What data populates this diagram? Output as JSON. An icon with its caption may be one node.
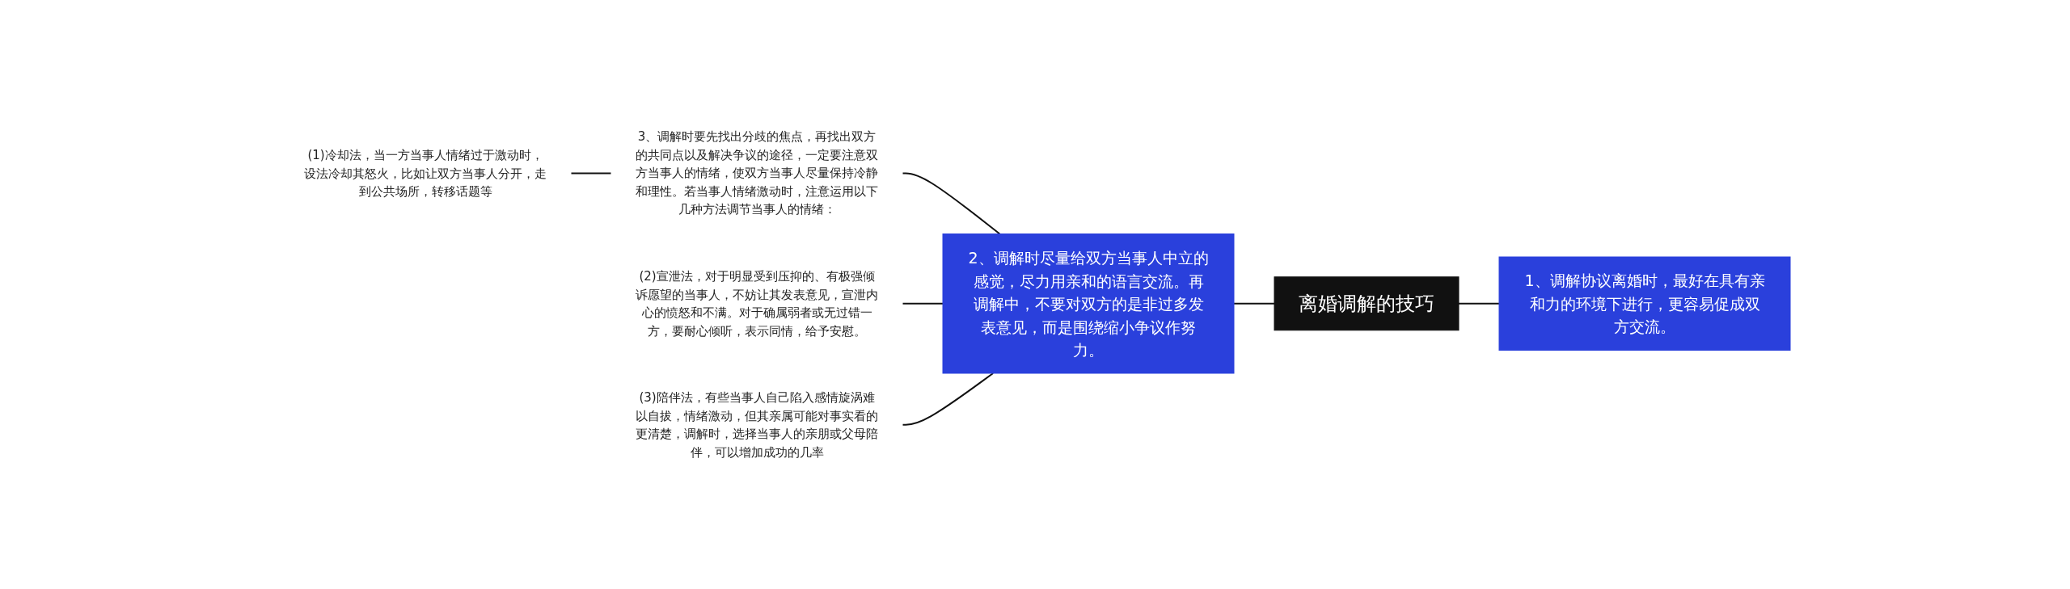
{
  "diagram": {
    "nodes": [
      {
        "text": [
          "离婚调解的技巧"
        ]
      },
      {
        "text": [
          "1、调解协议离婚时，最好在具有亲和力的环境下进行，更容易促成双方交流。"
        ]
      },
      {
        "text": [
          "2、调解时尽量给双方当事人中立的感觉，尽力用亲和的语言交流。再调解中，不要对双方的是非过多发表意见，而是围绕缩小争议作努力。"
        ]
      },
      {
        "text": [
          "3、调解时要先找出分歧的焦点，再找出双方的共同点以及解决争议的途径，一定要注意双方当事人的情绪，使双方当事人尽量保持冷静和理性。若当事人情绪激动时，注意运用以下几种方法调节当事人的情绪："
        ]
      },
      {
        "text": [
          "(1)冷却法，当一方当事人情绪过于激动时，设法冷却其怒火，比如让双方当事人分开，走到公共场所，转移话题等"
        ]
      },
      {
        "text": [
          "(2)宣泄法，对于明显受到压抑的、有极强倾诉愿望的当事人，不妨让其发表意见，宣泄内心的愤怒和不满。对于确属弱者或无过错一方，要耐心倾听，表示同情，给予安慰。"
        ]
      },
      {
        "text": [
          "(3)陪伴法，有些当事人自己陷入感情旋涡难以自拔，情绪激动，但其亲属可能对事实看的更清楚，调解时，选择当事人的亲朋或父母陪伴，可以增加成功的几率"
        ]
      }
    ],
    "edges": [
      {
        "from": 4,
        "to": 3,
        "arrow": "none"
      },
      {
        "from": 3,
        "to": 2,
        "arrow": "none"
      },
      {
        "from": 5,
        "to": 2,
        "arrow": "none"
      },
      {
        "from": 6,
        "to": 2,
        "arrow": "none"
      },
      {
        "from": 2,
        "to": 0,
        "arrow": "none"
      },
      {
        "from": 0,
        "to": 1,
        "arrow": "none"
      }
    ]
  }
}
